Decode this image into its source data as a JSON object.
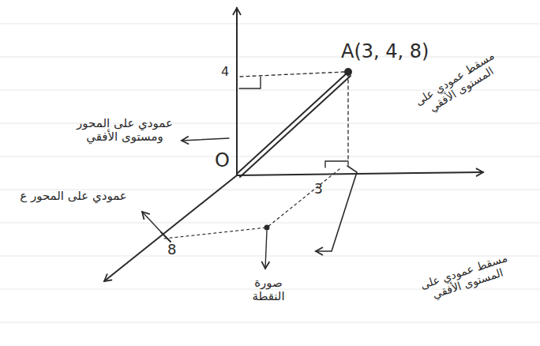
{
  "diagram": {
    "labels": [
      "A(3, 4, 8)",
      "O",
      "4",
      "3",
      "8",
      "عمودي على المحور ومستوى الأفقي",
      "عمودي على المحور ع",
      "صورة النقطة",
      "مسقط عمودي على المستوى الأفقي",
      "مسقط عمودي على المستوى الأفقي"
    ]
  }
}
